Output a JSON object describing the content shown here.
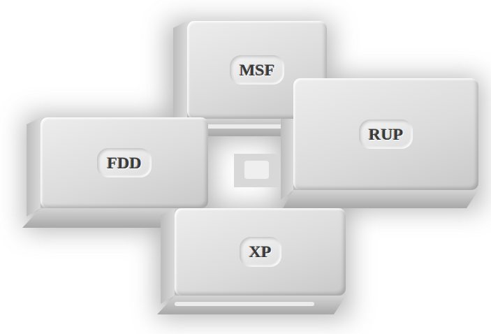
{
  "diagram": {
    "nodes": [
      {
        "text": [
          "MSF"
        ]
      },
      {
        "text": [
          "RUP"
        ]
      },
      {
        "text": [
          "FDD"
        ]
      },
      {
        "text": [
          "XP"
        ]
      }
    ]
  }
}
